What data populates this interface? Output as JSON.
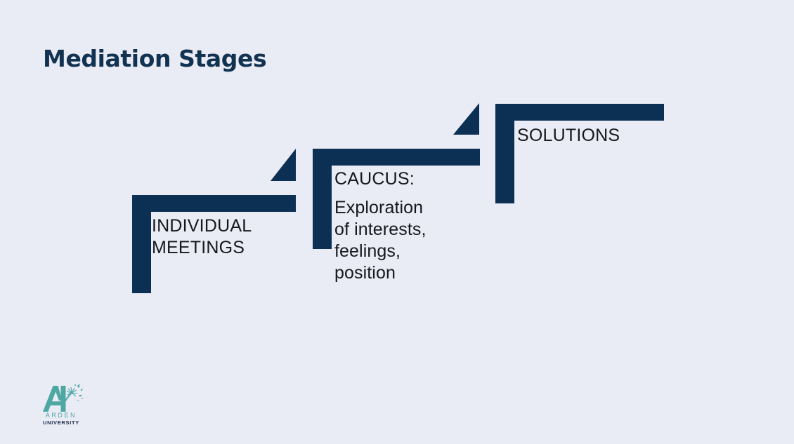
{
  "slide": {
    "title": "Mediation Stages",
    "background_color": "#e9ebf5",
    "accent_color": "#0b3053",
    "text_color": "#16181c"
  },
  "steps": [
    {
      "index": 1,
      "label": "INDIVIDUAL\nMEETINGS",
      "body": "",
      "has_arrow": true
    },
    {
      "index": 2,
      "label": "CAUCUS:",
      "body": "Exploration\nof interests,\nfeelings,\nposition",
      "has_arrow": true
    },
    {
      "index": 3,
      "label": "SOLUTIONS",
      "body": "",
      "has_arrow": false
    }
  ],
  "logo": {
    "name": "ARDEN",
    "subtitle": "UNIVERSITY",
    "mark_color": "#4fa7a3",
    "subtitle_color": "#1c2b4a"
  }
}
